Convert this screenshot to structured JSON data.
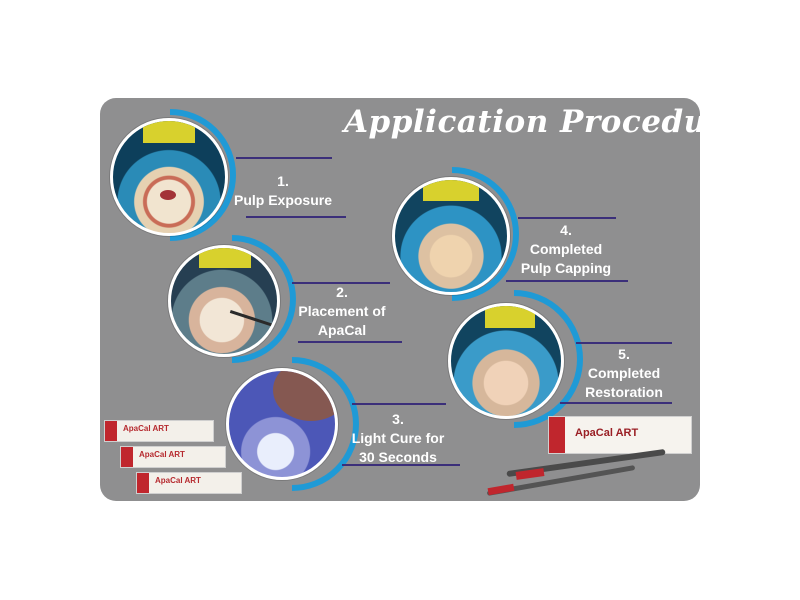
{
  "title": "Application Procedure",
  "steps": [
    {
      "number": "1.",
      "lines": [
        "Pulp Exposure"
      ]
    },
    {
      "number": "2.",
      "lines": [
        "Placement of",
        "ApaCal"
      ]
    },
    {
      "number": "3.",
      "lines": [
        "Light Cure for",
        "30 Seconds"
      ]
    },
    {
      "number": "4.",
      "lines": [
        "Completed",
        "Pulp Capping"
      ]
    },
    {
      "number": "5.",
      "lines": [
        "Completed",
        "Restoration"
      ]
    }
  ],
  "product": {
    "brand": "ApaCal",
    "suffix": "ART"
  },
  "colors": {
    "panel": "#8f8f90",
    "arc": "#1f9ad6",
    "rule": "#3b2f7a",
    "brand_red": "#c0262d"
  }
}
